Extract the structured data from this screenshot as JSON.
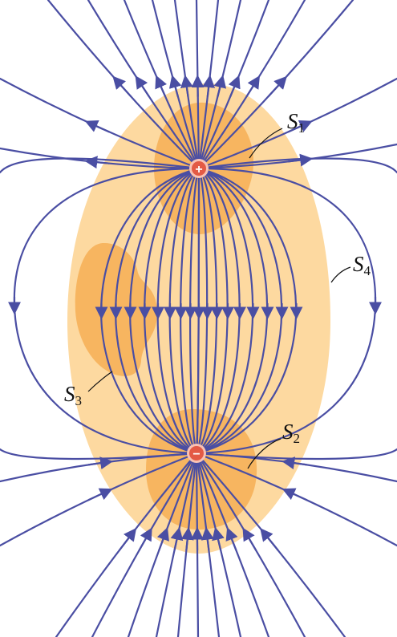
{
  "colors": {
    "background": "#ffffff",
    "field_line": "#4a4ea3",
    "surface_light": "#fdd9a0",
    "surface_dark": "#f7b560",
    "charge_fill": "#e35a45",
    "charge_ring": "#f8c2b4",
    "label": "#111111"
  },
  "charges": [
    {
      "name": "positive-charge",
      "sign": "+"
    },
    {
      "name": "negative-charge",
      "sign": "−"
    }
  ],
  "surfaces": [
    {
      "name": "surface-s1",
      "letter": "S",
      "subscript": "1"
    },
    {
      "name": "surface-s2",
      "letter": "S",
      "subscript": "2"
    },
    {
      "name": "surface-s3",
      "letter": "S",
      "subscript": "3"
    },
    {
      "name": "surface-s4",
      "letter": "S",
      "subscript": "4"
    }
  ],
  "icons": {
    "field_line": "arrowed-curve",
    "charge": "circle-sign"
  }
}
